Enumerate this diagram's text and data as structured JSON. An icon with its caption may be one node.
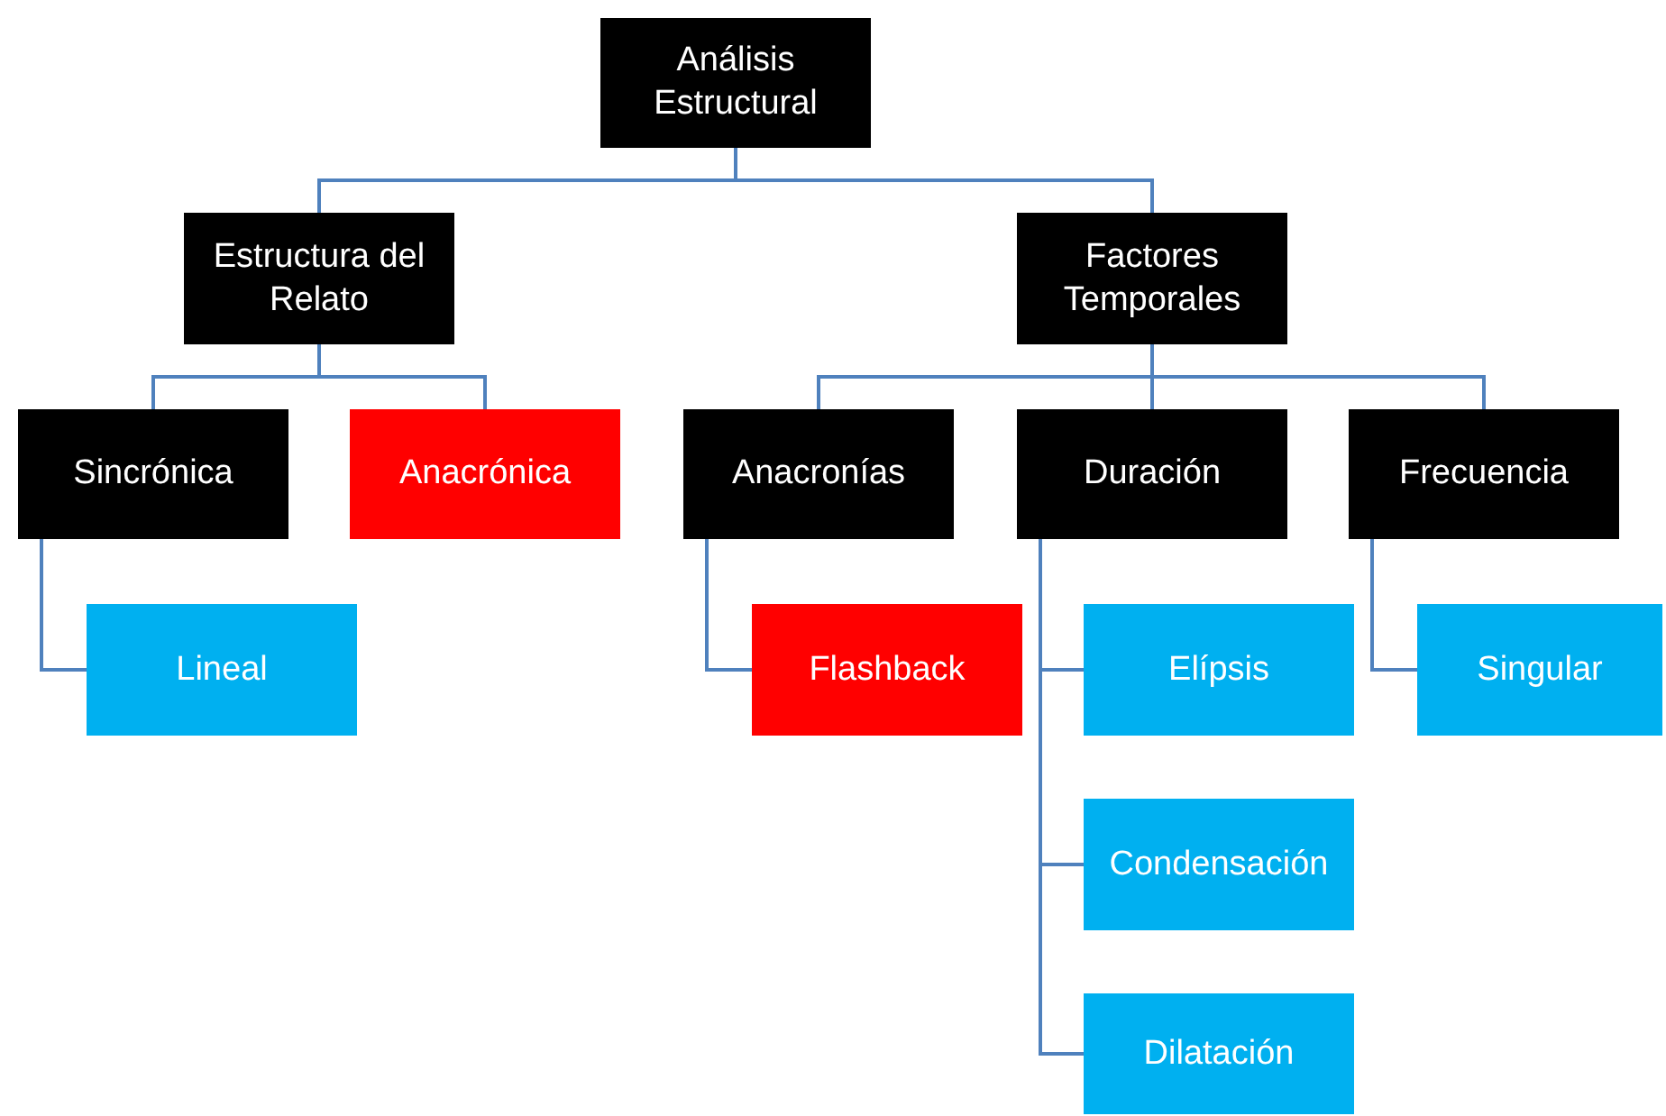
{
  "diagram": {
    "nodes": [
      {
        "text": [
          "Análisis Estructural"
        ]
      },
      {
        "text": [
          "Estructura del Relato"
        ]
      },
      {
        "text": [
          "Factores Temporales"
        ]
      },
      {
        "text": [
          "Sincrónica"
        ]
      },
      {
        "text": [
          "Anacrónica"
        ]
      },
      {
        "text": [
          "Anacronías"
        ]
      },
      {
        "text": [
          "Duración"
        ]
      },
      {
        "text": [
          "Frecuencia"
        ]
      },
      {
        "text": [
          "Lineal"
        ]
      },
      {
        "text": [
          "Flashback"
        ]
      },
      {
        "text": [
          "Elípsis"
        ]
      },
      {
        "text": [
          "Condensación"
        ]
      },
      {
        "text": [
          "Dilatación"
        ]
      },
      {
        "text": [
          "Singular"
        ]
      }
    ],
    "edges": [
      {
        "from": 0,
        "to": 1,
        "arrow": "none"
      },
      {
        "from": 0,
        "to": 2,
        "arrow": "none"
      },
      {
        "from": 1,
        "to": 3,
        "arrow": "none"
      },
      {
        "from": 1,
        "to": 4,
        "arrow": "none"
      },
      {
        "from": 2,
        "to": 5,
        "arrow": "none"
      },
      {
        "from": 2,
        "to": 6,
        "arrow": "none"
      },
      {
        "from": 2,
        "to": 7,
        "arrow": "none"
      },
      {
        "from": 3,
        "to": 8,
        "arrow": "none"
      },
      {
        "from": 5,
        "to": 9,
        "arrow": "none"
      },
      {
        "from": 6,
        "to": 10,
        "arrow": "none"
      },
      {
        "from": 6,
        "to": 11,
        "arrow": "none"
      },
      {
        "from": 6,
        "to": 12,
        "arrow": "none"
      },
      {
        "from": 7,
        "to": 13,
        "arrow": "none"
      }
    ]
  }
}
